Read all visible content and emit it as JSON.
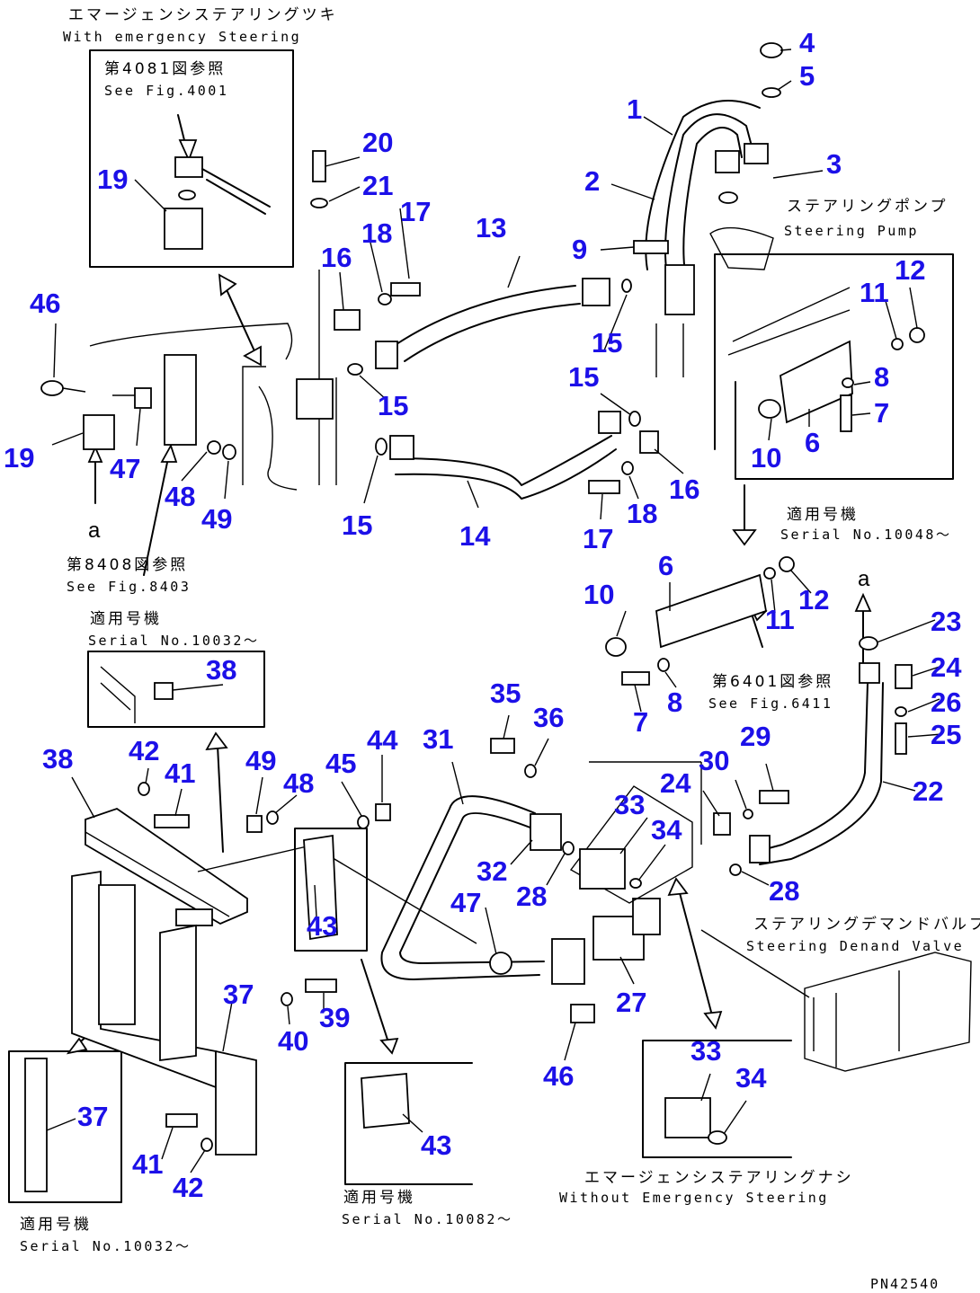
{
  "labels": {
    "l1": "1",
    "l2": "2",
    "l3": "3",
    "l4": "4",
    "l5": "5",
    "l6a": "6",
    "l6b": "6",
    "l7a": "7",
    "l7b": "7",
    "l8a": "8",
    "l8b": "8",
    "l9": "9",
    "l10a": "10",
    "l10b": "10",
    "l11a": "11",
    "l11b": "11",
    "l12a": "12",
    "l12b": "12",
    "l13": "13",
    "l14": "14",
    "l15a": "15",
    "l15b": "15",
    "l15c": "15",
    "l15d": "15",
    "l16a": "16",
    "l16b": "16",
    "l17a": "17",
    "l17b": "17",
    "l18a": "18",
    "l18b": "18",
    "l19a": "19",
    "l19b": "19",
    "l20": "20",
    "l21": "21",
    "l22": "22",
    "l23": "23",
    "l24a": "24",
    "l24b": "24",
    "l25": "25",
    "l26": "26",
    "l27": "27",
    "l28a": "28",
    "l28b": "28",
    "l29": "29",
    "l30": "30",
    "l31": "31",
    "l32": "32",
    "l33a": "33",
    "l33b": "33",
    "l34a": "34",
    "l34b": "34",
    "l35": "35",
    "l36": "36",
    "l37a": "37",
    "l37b": "37",
    "l38a": "38",
    "l38b": "38",
    "l39": "39",
    "l40": "40",
    "l41a": "41",
    "l41b": "41",
    "l42a": "42",
    "l42b": "42",
    "l43a": "43",
    "l43b": "43",
    "l44": "44",
    "l45": "45",
    "l46a": "46",
    "l46b": "46",
    "l47a": "47",
    "l47b": "47",
    "l48a": "48",
    "l48b": "48",
    "l49a": "49",
    "l49b": "49"
  },
  "notes": {
    "emergency_jp": "エマージェンシステアリングツキ",
    "emergency_en": "With emergency Steering",
    "fig4081_jp": "第4081図参照",
    "fig4081_en": "See Fig.4001",
    "pump_jp": "ステアリングポンプ",
    "pump_en": "Steering Pump",
    "serial10048_jp": "適用号機",
    "serial10048_en": "Serial No.10048～",
    "fig8408_jp": "第8408図参照",
    "fig8408_en": "See Fig.8403",
    "serial10032a_jp": "適用号機",
    "serial10032a_en": "Serial No.10032～",
    "fig6401_jp": "第6401図参照",
    "fig6401_en": "See Fig.6411",
    "valve_jp": "ステアリングデマンドバルブ",
    "valve_en": "Steering Denand Valve",
    "without_jp": "エマージェンシステアリングナシ",
    "without_en": "Without Emergency Steering",
    "serial10082_jp": "適用号機",
    "serial10082_en": "Serial No.10082～",
    "serial10032b_jp": "適用号機",
    "serial10032b_en": "Serial No.10032～",
    "mark_a1": "a",
    "mark_a2": "a",
    "ref": "PN42540"
  },
  "colors": {
    "callout": "#1c10e8",
    "line": "#000000",
    "background": "#ffffff"
  }
}
